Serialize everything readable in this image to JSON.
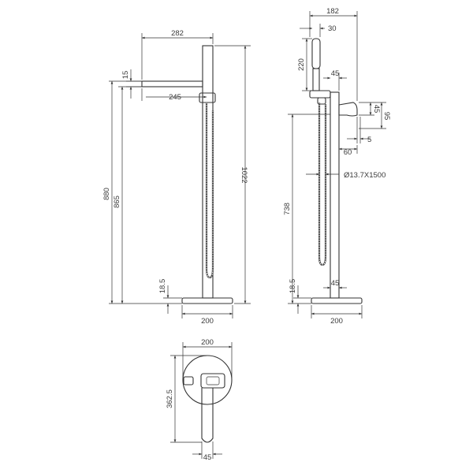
{
  "dimensions": {
    "side": {
      "spout_reach": "282",
      "spout_thickness": "15",
      "outlet_offset": "245",
      "total_height": "1022",
      "outer_height": "880",
      "spout_height": "865",
      "base_thickness": "18.5",
      "base_diameter": "200"
    },
    "front": {
      "total_width": "182",
      "handset_width": "30",
      "handset_length": "220",
      "lever_offset": "45",
      "lever_height_a": "45",
      "lever_height_b": "95",
      "lever_gap": "5",
      "lever_depth": "60",
      "hose_spec": "Ø13.7X1500",
      "hose_height": "738",
      "body_diameter": "45",
      "base_thickness": "18.5",
      "base_diameter": "200"
    },
    "top": {
      "base_diameter": "200",
      "depth": "362.5",
      "body_diameter": "45"
    }
  },
  "colors": {
    "line": "#333333",
    "dimension_text": "#3a3a3a",
    "background": "#ffffff"
  }
}
